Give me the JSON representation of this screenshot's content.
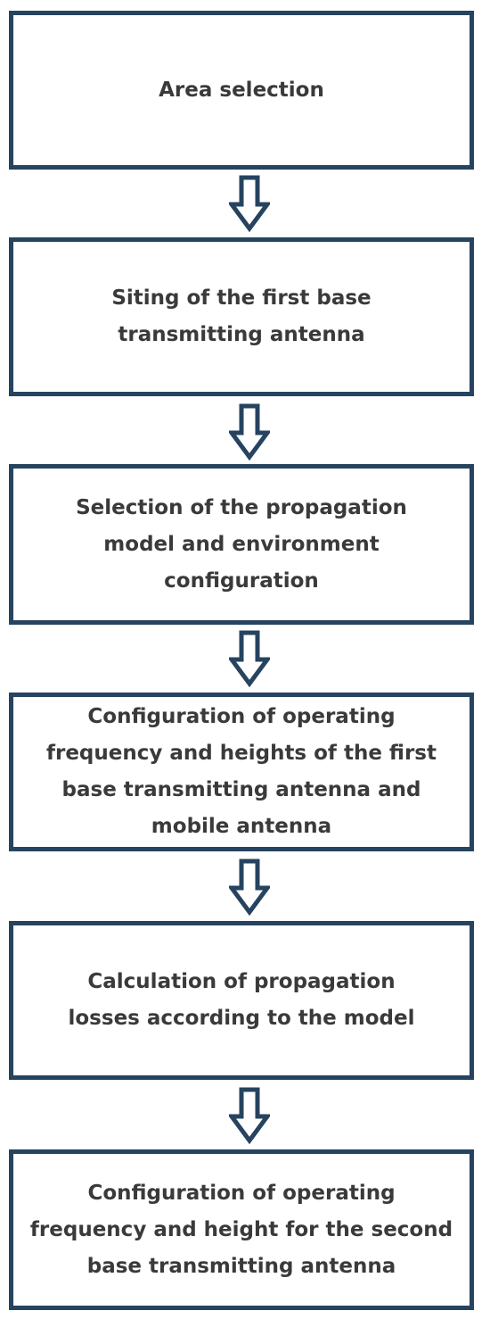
{
  "steps": [
    {
      "label": "Area selection"
    },
    {
      "label": "Siting of the first base\ntransmitting antenna"
    },
    {
      "label": "Selection of the propagation\nmodel and environment\nconfiguration"
    },
    {
      "label": "Configuration of operating\nfrequency and heights of the first\nbase transmitting antenna and\nmobile antenna"
    },
    {
      "label": "Calculation of propagation\nlosses according to the model"
    },
    {
      "label": "Configuration of operating\nfrequency and height for the second\nbase transmitting antenna"
    }
  ],
  "colors": {
    "border": "#26435f",
    "text": "#3a3a3a",
    "background": "#ffffff"
  },
  "icons": {
    "connector": "hollow-down-arrow-icon"
  }
}
